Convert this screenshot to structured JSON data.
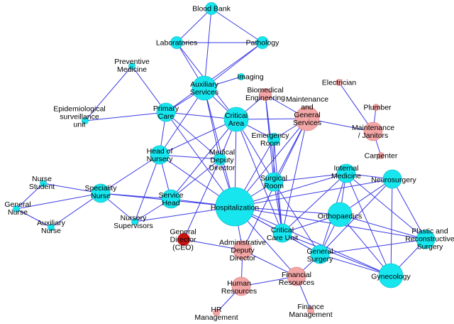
{
  "colors": {
    "edge": "#3a3ae6",
    "node_clinical": "#17e6ef",
    "node_clinical_stroke": "#10c4cc",
    "node_support": "#f4a6a6",
    "node_support_stroke": "#e08888",
    "node_ceo": "#cc1111",
    "background": "#ffffff"
  },
  "nodes": [
    {
      "id": "blood_bank",
      "label": [
        "Blood Bank"
      ],
      "group": "clinical",
      "size": "small"
    },
    {
      "id": "laboratories",
      "label": [
        "Laboratories"
      ],
      "group": "clinical",
      "size": "small"
    },
    {
      "id": "pathology",
      "label": [
        "Pathology"
      ],
      "group": "clinical",
      "size": "small"
    },
    {
      "id": "imaging",
      "label": [
        "Imaging"
      ],
      "group": "clinical",
      "size": "tiny"
    },
    {
      "id": "preventive_medicine",
      "label": [
        "Preventive",
        "Medicine"
      ],
      "group": "clinical",
      "size": "tiny"
    },
    {
      "id": "epidemiological",
      "label": [
        "Epidemiological",
        "surveillance",
        "unit"
      ],
      "group": "clinical",
      "size": "tiny"
    },
    {
      "id": "auxiliary_services",
      "label": [
        "Auxiliary",
        "Services"
      ],
      "group": "clinical",
      "size": "large"
    },
    {
      "id": "primary_care",
      "label": [
        "Primary",
        "Care"
      ],
      "group": "clinical",
      "size": "medium"
    },
    {
      "id": "critical_area",
      "label": [
        "Critical",
        "Area"
      ],
      "group": "clinical",
      "size": "large"
    },
    {
      "id": "biomedical_engineering",
      "label": [
        "Biomedical",
        "Engineering"
      ],
      "group": "support",
      "size": "small"
    },
    {
      "id": "maintenance_general",
      "label": [
        "Maintenance",
        "and",
        "General",
        "Services"
      ],
      "group": "support",
      "size": "large"
    },
    {
      "id": "electrician",
      "label": [
        "Electrician"
      ],
      "group": "support",
      "size": "tiny"
    },
    {
      "id": "plumber",
      "label": [
        "Plumber"
      ],
      "group": "support",
      "size": "tiny"
    },
    {
      "id": "maintenance_janitors",
      "label": [
        "Maintenance",
        "/ Janitors"
      ],
      "group": "support",
      "size": "medium"
    },
    {
      "id": "carpenter",
      "label": [
        "Carpenter"
      ],
      "group": "support",
      "size": "tiny"
    },
    {
      "id": "emergency_room",
      "label": [
        "Emergency",
        "Room"
      ],
      "group": "clinical",
      "size": "small"
    },
    {
      "id": "head_of_nursery",
      "label": [
        "Head of",
        "Nursery"
      ],
      "group": "clinical",
      "size": "medium"
    },
    {
      "id": "medical_deputy_director",
      "label": [
        "Medical",
        "Deputy",
        "Director"
      ],
      "group": "clinical",
      "size": "small"
    },
    {
      "id": "internal_medicine",
      "label": [
        "Internal",
        "Medicine"
      ],
      "group": "clinical",
      "size": "medium"
    },
    {
      "id": "neurosurgery",
      "label": [
        "Neurosurgery"
      ],
      "group": "clinical",
      "size": "medium"
    },
    {
      "id": "nurse_student",
      "label": [
        "Nurse",
        "Student"
      ],
      "group": "clinical",
      "size": "tiny"
    },
    {
      "id": "speciality_nurse",
      "label": [
        "Speciality",
        "Nurse"
      ],
      "group": "clinical",
      "size": "medium"
    },
    {
      "id": "service_head",
      "label": [
        "Service",
        "Head"
      ],
      "group": "clinical",
      "size": "medium"
    },
    {
      "id": "surgical_room",
      "label": [
        "Surgical",
        "Room"
      ],
      "group": "clinical",
      "size": "medium"
    },
    {
      "id": "general_nurse",
      "label": [
        "General",
        "Nurse"
      ],
      "group": "clinical",
      "size": "tiny"
    },
    {
      "id": "hospitalization",
      "label": [
        "Hospitalization"
      ],
      "group": "clinical",
      "size": "xlarge"
    },
    {
      "id": "orthopaedics",
      "label": [
        "Orthopaedics"
      ],
      "group": "clinical",
      "size": "large"
    },
    {
      "id": "auxiliary_nurse",
      "label": [
        "Auxiliary",
        "Nurse"
      ],
      "group": "clinical",
      "size": "tiny"
    },
    {
      "id": "nursery_supervisors",
      "label": [
        "Nursery",
        "Supervisors"
      ],
      "group": "clinical",
      "size": "tiny"
    },
    {
      "id": "general_director",
      "label": [
        "General",
        "Director",
        "(CEO)"
      ],
      "group": "ceo",
      "size": "small"
    },
    {
      "id": "critical_care_unit",
      "label": [
        "Critical",
        "Care Unit"
      ],
      "group": "clinical",
      "size": "medium"
    },
    {
      "id": "plastic_surgery",
      "label": [
        "Plastic and",
        "Reconstructive",
        "Surgery"
      ],
      "group": "clinical",
      "size": "medium"
    },
    {
      "id": "administrative_deputy_director",
      "label": [
        "Administrative",
        "Deputy",
        "Director"
      ],
      "group": "support",
      "size": "medium"
    },
    {
      "id": "general_surgery",
      "label": [
        "General",
        "Surgery"
      ],
      "group": "clinical",
      "size": "medium"
    },
    {
      "id": "financial_resources",
      "label": [
        "Financial",
        "Resources"
      ],
      "group": "support",
      "size": "medium"
    },
    {
      "id": "gynecology",
      "label": [
        "Gynecology"
      ],
      "group": "clinical",
      "size": "large"
    },
    {
      "id": "human_resources",
      "label": [
        "Human",
        "Resources"
      ],
      "group": "support",
      "size": "medium"
    },
    {
      "id": "hr_management",
      "label": [
        "HR",
        "Management"
      ],
      "group": "support",
      "size": "tiny"
    },
    {
      "id": "finance_management",
      "label": [
        "Finance",
        "Management"
      ],
      "group": "support",
      "size": "tiny"
    }
  ],
  "edges": [
    [
      "blood_bank",
      "laboratories"
    ],
    [
      "blood_bank",
      "pathology"
    ],
    [
      "blood_bank",
      "auxiliary_services"
    ],
    [
      "laboratories",
      "pathology"
    ],
    [
      "laboratories",
      "auxiliary_services"
    ],
    [
      "pathology",
      "auxiliary_services"
    ],
    [
      "laboratories",
      "critical_area"
    ],
    [
      "pathology",
      "primary_care"
    ],
    [
      "imaging",
      "auxiliary_services"
    ],
    [
      "auxiliary_services",
      "primary_care"
    ],
    [
      "auxiliary_services",
      "critical_area"
    ],
    [
      "auxiliary_services",
      "medical_deputy_director"
    ],
    [
      "auxiliary_services",
      "hospitalization"
    ],
    [
      "auxiliary_services",
      "head_of_nursery"
    ],
    [
      "preventive_medicine",
      "primary_care"
    ],
    [
      "preventive_medicine",
      "epidemiological"
    ],
    [
      "epidemiological",
      "primary_care"
    ],
    [
      "primary_care",
      "critical_area"
    ],
    [
      "primary_care",
      "head_of_nursery"
    ],
    [
      "primary_care",
      "medical_deputy_director"
    ],
    [
      "primary_care",
      "hospitalization"
    ],
    [
      "critical_area",
      "head_of_nursery"
    ],
    [
      "critical_area",
      "medical_deputy_director"
    ],
    [
      "critical_area",
      "emergency_room"
    ],
    [
      "critical_area",
      "surgical_room"
    ],
    [
      "critical_area",
      "critical_care_unit"
    ],
    [
      "critical_area",
      "hospitalization"
    ],
    [
      "critical_area",
      "service_head"
    ],
    [
      "biomedical_engineering",
      "critical_area"
    ],
    [
      "biomedical_engineering",
      "maintenance_general"
    ],
    [
      "biomedical_engineering",
      "surgical_room"
    ],
    [
      "biomedical_engineering",
      "critical_care_unit"
    ],
    [
      "maintenance_general",
      "maintenance_janitors"
    ],
    [
      "maintenance_general",
      "critical_area"
    ],
    [
      "maintenance_general",
      "emergency_room"
    ],
    [
      "maintenance_general",
      "surgical_room"
    ],
    [
      "maintenance_general",
      "hospitalization"
    ],
    [
      "maintenance_general",
      "critical_care_unit"
    ],
    [
      "maintenance_general",
      "administrative_deputy_director"
    ],
    [
      "electrician",
      "maintenance_janitors"
    ],
    [
      "plumber",
      "maintenance_janitors"
    ],
    [
      "carpenter",
      "maintenance_janitors"
    ],
    [
      "emergency_room",
      "hospitalization"
    ],
    [
      "emergency_room",
      "critical_care_unit"
    ],
    [
      "emergency_room",
      "surgical_room"
    ],
    [
      "head_of_nursery",
      "speciality_nurse"
    ],
    [
      "head_of_nursery",
      "service_head"
    ],
    [
      "head_of_nursery",
      "nursery_supervisors"
    ],
    [
      "head_of_nursery",
      "hospitalization"
    ],
    [
      "head_of_nursery",
      "medical_deputy_director"
    ],
    [
      "medical_deputy_director",
      "hospitalization"
    ],
    [
      "medical_deputy_director",
      "service_head"
    ],
    [
      "medical_deputy_director",
      "general_director"
    ],
    [
      "internal_medicine",
      "hospitalization"
    ],
    [
      "internal_medicine",
      "critical_care_unit"
    ],
    [
      "internal_medicine",
      "orthopaedics"
    ],
    [
      "internal_medicine",
      "neurosurgery"
    ],
    [
      "internal_medicine",
      "general_surgery"
    ],
    [
      "internal_medicine",
      "gynecology"
    ],
    [
      "internal_medicine",
      "plastic_surgery"
    ],
    [
      "internal_medicine",
      "surgical_room"
    ],
    [
      "neurosurgery",
      "orthopaedics"
    ],
    [
      "neurosurgery",
      "plastic_surgery"
    ],
    [
      "neurosurgery",
      "gynecology"
    ],
    [
      "neurosurgery",
      "hospitalization"
    ],
    [
      "neurosurgery",
      "general_surgery"
    ],
    [
      "nurse_student",
      "speciality_nurse"
    ],
    [
      "nurse_student",
      "general_nurse"
    ],
    [
      "speciality_nurse",
      "general_nurse"
    ],
    [
      "speciality_nurse",
      "auxiliary_nurse"
    ],
    [
      "speciality_nurse",
      "service_head"
    ],
    [
      "speciality_nurse",
      "nursery_supervisors"
    ],
    [
      "speciality_nurse",
      "hospitalization"
    ],
    [
      "general_nurse",
      "auxiliary_nurse"
    ],
    [
      "service_head",
      "hospitalization"
    ],
    [
      "service_head",
      "nursery_supervisors"
    ],
    [
      "surgical_room",
      "hospitalization"
    ],
    [
      "surgical_room",
      "critical_care_unit"
    ],
    [
      "surgical_room",
      "general_surgery"
    ],
    [
      "hospitalization",
      "critical_care_unit"
    ],
    [
      "hospitalization",
      "orthopaedics"
    ],
    [
      "hospitalization",
      "general_surgery"
    ],
    [
      "hospitalization",
      "plastic_surgery"
    ],
    [
      "hospitalization",
      "administrative_deputy_director"
    ],
    [
      "hospitalization",
      "gynecology"
    ],
    [
      "hospitalization",
      "financial_resources"
    ],
    [
      "hospitalization",
      "nursery_supervisors"
    ],
    [
      "orthopaedics",
      "general_surgery"
    ],
    [
      "orthopaedics",
      "gynecology"
    ],
    [
      "orthopaedics",
      "plastic_surgery"
    ],
    [
      "orthopaedics",
      "critical_care_unit"
    ],
    [
      "critical_care_unit",
      "general_surgery"
    ],
    [
      "critical_care_unit",
      "gynecology"
    ],
    [
      "general_director",
      "administrative_deputy_director"
    ],
    [
      "plastic_surgery",
      "general_surgery"
    ],
    [
      "plastic_surgery",
      "gynecology"
    ],
    [
      "administrative_deputy_director",
      "human_resources"
    ],
    [
      "administrative_deputy_director",
      "financial_resources"
    ],
    [
      "general_surgery",
      "gynecology"
    ],
    [
      "general_surgery",
      "financial_resources"
    ],
    [
      "financial_resources",
      "human_resources"
    ],
    [
      "financial_resources",
      "finance_management"
    ],
    [
      "human_resources",
      "hr_management"
    ]
  ]
}
